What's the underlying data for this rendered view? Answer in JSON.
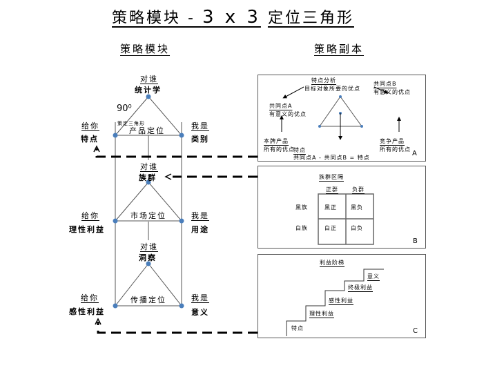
{
  "title": {
    "part1": "策略模块  - ",
    "part2": "3 x 3",
    "part3": "定位三角形"
  },
  "subtitles": {
    "left": "策略模块",
    "right": "策略副本"
  },
  "angle_label": "90⁰",
  "small_note": "策定三角形",
  "levels": [
    {
      "top_label": "对谁",
      "top_value": "统计学",
      "center": "产品定位",
      "left_label": "给你",
      "left_value": "特点",
      "right_label": "我是",
      "right_value": "类别"
    },
    {
      "top_label": "对谁",
      "top_value": "族群",
      "center": "市场定位",
      "left_label": "给你",
      "left_value": "理性利益",
      "right_label": "我是",
      "right_value": "用途"
    },
    {
      "top_label": "对谁",
      "top_value": "洞察",
      "center": "传播定位",
      "left_label": "给你",
      "left_value": "感性利益",
      "right_label": "我是",
      "right_value": "意义"
    }
  ],
  "panel_a": {
    "letter": "A",
    "analysis_title": "特点分析",
    "analysis_text": "目标对象所要的优点",
    "common_a_title": "共同点A",
    "common_a_text": "有意义的优点",
    "common_b_title": "共同点B",
    "common_b_text": "有意义的优点",
    "own_title": "本牌产品",
    "own_text": "所有的优点",
    "comp_title": "竞争产品",
    "comp_text": "所有的优点",
    "feature_word": "特点",
    "formula": "共同点A - 共同点B = 特点"
  },
  "panel_b": {
    "letter": "B",
    "title": "族群区隔",
    "col_headers": [
      "正群",
      "负群"
    ],
    "row_headers": [
      "黑族",
      "白族"
    ],
    "cells": [
      [
        "黑正",
        "黑负"
      ],
      [
        "白正",
        "白负"
      ]
    ]
  },
  "panel_c": {
    "letter": "C",
    "title": "利益阶梯",
    "steps": [
      "特点",
      "理性利益",
      "感性利益",
      "终极利益",
      "意义"
    ]
  },
  "colors": {
    "node": "#4a7ebb",
    "line": "#555555",
    "dash": "#000000"
  }
}
